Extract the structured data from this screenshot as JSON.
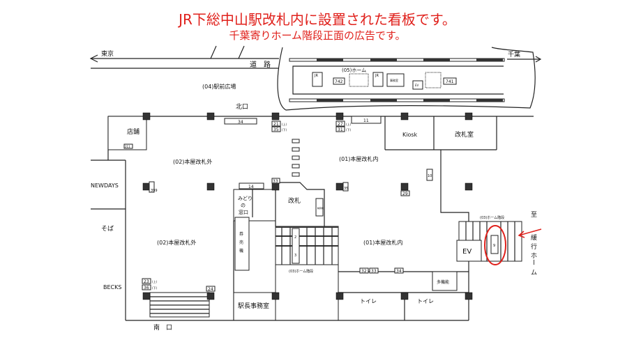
{
  "title": {
    "line1": "JR下総中山駅改札内に設置された看板です。",
    "line2": "千葉寄りホーム階段正面の広告です。",
    "color": "#e0201b"
  },
  "map": {
    "direction_left": "東京",
    "direction_right": "千葉",
    "road": "道　路",
    "plaza": "(04)駅前広場",
    "north_exit": "北口",
    "south_exit": "南　口",
    "platform": "(05)ホーム",
    "platform_items": [
      "JR",
      "742",
      "JR",
      "事務室",
      "EV",
      "741"
    ],
    "shop": "店舗",
    "shop_code": "211",
    "newdays": "NEWDAYS",
    "soba": "そば",
    "becks": "BECKS",
    "outside_gate": "(02)本屋改札外",
    "inside_gate": "(01)本屋改札内",
    "kiosk": "Kiosk",
    "gate_office": "改札室",
    "midori_window": [
      "みどり",
      "の",
      "窓口"
    ],
    "ticket_gate": "改札",
    "fare_machine": "精算機",
    "ticket_machine": [
      "券",
      "売",
      "機"
    ],
    "home_stairs": "(03)ホーム階段",
    "station_master": "駅長事務室",
    "toilet": "トイレ",
    "multi_toilet": "多機能",
    "elevator": "EV",
    "local_line": [
      "至",
      "緩",
      "行",
      "ホ",
      "ー",
      "ム"
    ],
    "ad_numbers": {
      "n34": "34",
      "n21": "21",
      "n35": "35",
      "n27": "27",
      "n31": "31",
      "n11": "11",
      "n14": "14",
      "n33": "33",
      "n399": "399",
      "n35b": "35",
      "n29": "29",
      "n10": "10",
      "n23": "23",
      "n36": "36",
      "n24": "24",
      "n32": "32",
      "n33b": "33",
      "n34b": "34",
      "n2": "2",
      "n3": "3",
      "n9": "9"
    },
    "up": "(上)",
    "down": "(下)"
  }
}
